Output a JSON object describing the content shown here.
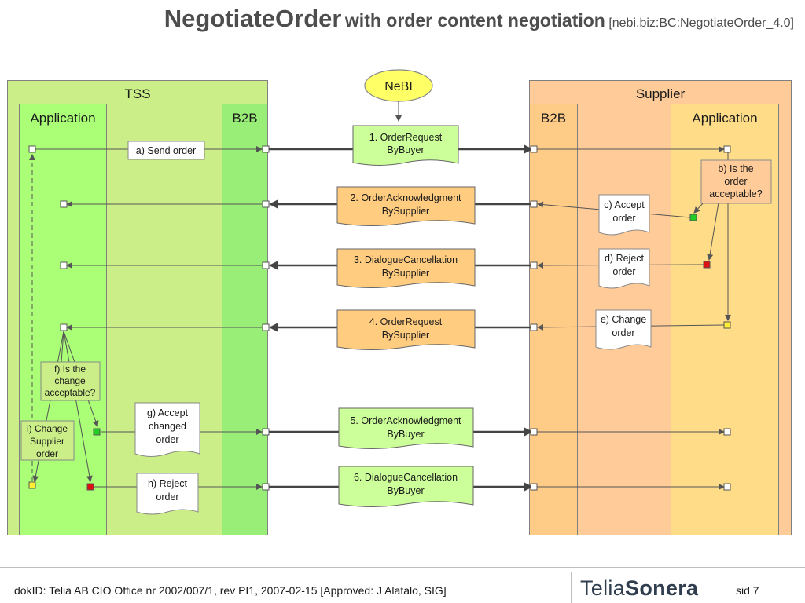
{
  "header": {
    "title_main": "NegotiateOrder",
    "title_sub": "with order content negotiation",
    "title_ref": "[nebi.biz:BC:NegotiateOrder_4.0]"
  },
  "lanes": {
    "tss": "TSS",
    "supplier": "Supplier",
    "application": "Application",
    "b2b": "B2B"
  },
  "nebi_label": "NeBI",
  "messages": [
    {
      "line1": "1. OrderRequest",
      "line2": "ByBuyer",
      "color": "#ccff99"
    },
    {
      "line1": "2. OrderAcknowledgment",
      "line2": "BySupplier",
      "color": "#ffcc80"
    },
    {
      "line1": "3. DialogueCancellation",
      "line2": "BySupplier",
      "color": "#ffcc80"
    },
    {
      "line1": "4. OrderRequest",
      "line2": "BySupplier",
      "color": "#ffcc80"
    },
    {
      "line1": "5. OrderAcknowledgment",
      "line2": "ByBuyer",
      "color": "#ccff99"
    },
    {
      "line1": "6. DialogueCancellation",
      "line2": "ByBuyer",
      "color": "#ccff99"
    }
  ],
  "notes": {
    "a": "a) Send order",
    "b": [
      "b) Is the",
      "order",
      "acceptable?"
    ],
    "c": [
      "c) Accept",
      "order"
    ],
    "d": [
      "d) Reject",
      "order"
    ],
    "e": [
      "e) Change",
      "order"
    ],
    "f": [
      "f) Is the",
      "change",
      "acceptable?"
    ],
    "g": [
      "g) Accept",
      "changed",
      "order"
    ],
    "h": [
      "h) Reject",
      "order"
    ],
    "i": [
      "i) Change",
      "Supplier",
      "order"
    ]
  },
  "colors": {
    "tss_bg": "#ccee88",
    "app_green": "#aaff77",
    "b2b_green": "#99ee77",
    "supplier_bg": "#ffcc99",
    "app_orange": "#ffdd88",
    "b2b_orange": "#ffcc88",
    "nebi_yellow": "#ffff66",
    "accept_green": "#22cc22",
    "reject_red": "#dd1111",
    "change_yellow": "#ffee33"
  },
  "footer": {
    "text": "dokID: Telia AB CIO Office nr 2002/007/1, rev PI1, 2007-02-15  [Approved: J Alatalo, SIG]",
    "logo_a": "Telia",
    "logo_b": "Sonera",
    "sid": "sid 7"
  }
}
